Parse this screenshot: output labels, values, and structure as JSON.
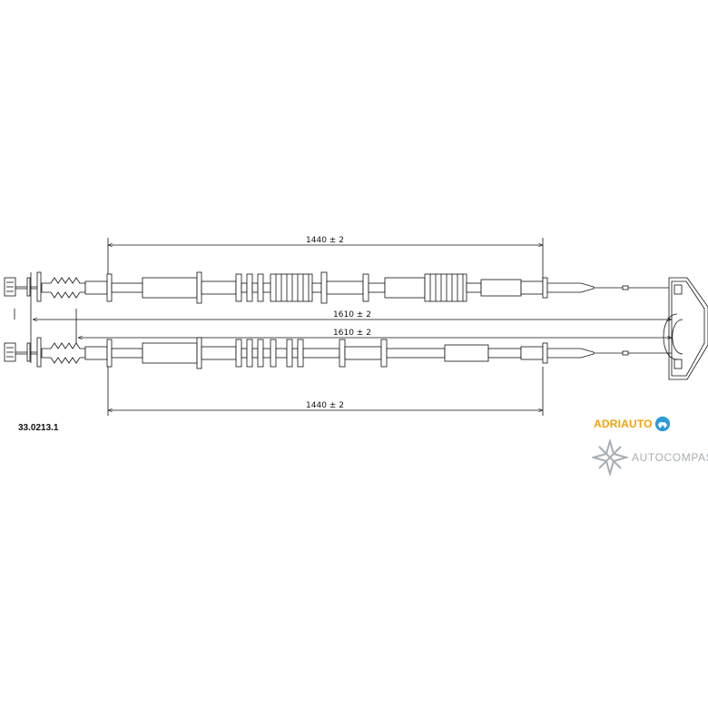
{
  "drawing": {
    "dimensions": {
      "top_outer": "1440 ± 2",
      "top_full": "1610 ± 2",
      "bottom_full": "1610 ± 2",
      "bottom_outer": "1440 ± 2"
    },
    "part_number": "33.0213.1"
  },
  "brands": {
    "adriauto": {
      "text": "ADRIAUTO",
      "color": "#f5a20a",
      "icon": "car-in-circle-icon"
    },
    "autocompas": {
      "text": "AUTOCOMPAS",
      "color": "#a8aeb3",
      "icon": "compass-star-icon"
    }
  }
}
